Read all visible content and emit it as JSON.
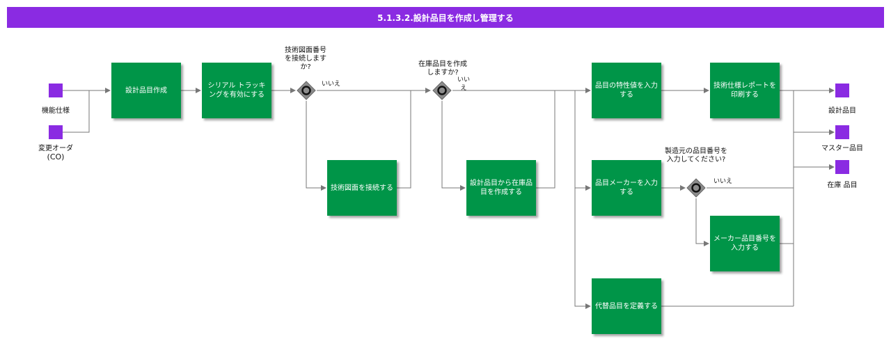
{
  "header": {
    "title": "5.1.3.2.設計品目を作成し管理する"
  },
  "inputs": {
    "functional_spec": "機能仕様",
    "change_order_line1": "変更オーダ",
    "change_order_line2": "(CO)"
  },
  "tasks": {
    "create_design_item": "設計品目作成",
    "serial_tracking": "シリアル トラッキングを有効にする",
    "connect_drawing": "技術図面を接続する",
    "create_stock_from_design": "設計品目から在庫品目を作成する",
    "enter_characteristics": "品目の特性値を入力する",
    "print_spec_report": "技術仕様レポートを印刷する",
    "enter_maker": "品目メーカーを入力する",
    "enter_maker_number": "メーカー品目番号を入力する",
    "define_substitute": "代替品目を定義する"
  },
  "gateways": {
    "q_drawing": "技術図面番号を接続しますか?",
    "q_stock": "在庫品目を作成しますか?",
    "q_maker_number": "製造元の品目番号を入力してください?"
  },
  "flow_labels": {
    "no_1": "いいえ",
    "no_2": "いいえ",
    "no_3": "いいえ"
  },
  "outputs": {
    "design_item": "設計品目",
    "master_item": "マスター品目",
    "stock_item": "在庫 品目"
  },
  "colors": {
    "banner": "#8a2be2",
    "task": "#009548",
    "event": "#8a2be2",
    "gateway": "#8c8c8c",
    "line": "#777777"
  }
}
